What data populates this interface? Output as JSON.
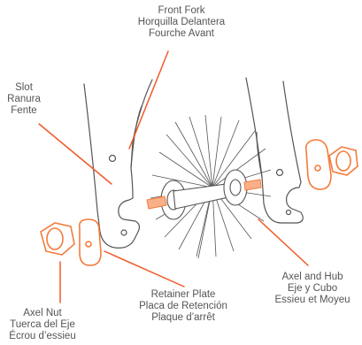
{
  "labels": {
    "front_fork": [
      "Front Fork",
      "Horquilla Delantera",
      "Fourche Avant"
    ],
    "slot": [
      "Slot",
      "Ranura",
      "Fente"
    ],
    "axel_and_hub": [
      "Axel and Hub",
      "Eje y Cubo",
      "Essieu et Moyeu"
    ],
    "retainer_plate": [
      "Retainer Plate",
      "Placa de Retención",
      "Plaque d’arrêt"
    ],
    "axel_nut": [
      "Axel Nut",
      "Tuerca del Eje",
      "Écrou d’essieu"
    ]
  },
  "colors": {
    "callout": "#f05a28",
    "parts_orange": "#f47b3c",
    "line_art": "#555555",
    "text": "#555555"
  }
}
